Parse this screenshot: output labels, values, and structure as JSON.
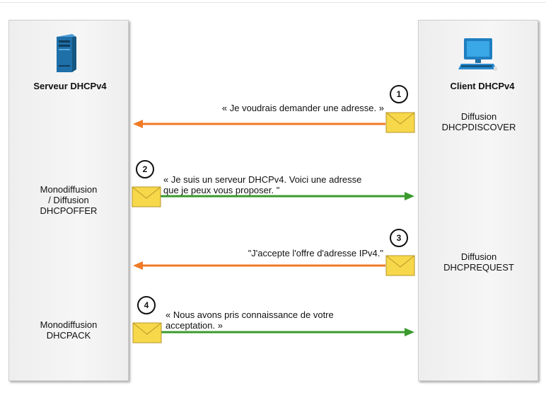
{
  "server": {
    "title": "Serveur DHCPv4",
    "labels": [
      [
        "Monodiffusion",
        "/ Diffusion",
        "DHCPOFFER"
      ],
      [
        "Monodiffusion",
        "DHCPACK"
      ]
    ]
  },
  "client": {
    "title": "Client DHCPv4",
    "labels": [
      [
        "Diffusion",
        "DHCPDISCOVER"
      ],
      [
        "Diffusion",
        "DHCPREQUEST"
      ]
    ]
  },
  "messages": [
    {
      "step": "1",
      "lines": [
        "« Je voudrais demander une adresse. »"
      ],
      "direction": "client-to-server",
      "color": "#f07a26"
    },
    {
      "step": "2",
      "lines": [
        "« Je suis un serveur DHCPv4. Voici une adresse",
        "que je peux vous proposer. \""
      ],
      "direction": "server-to-client",
      "color": "#3a9a2e"
    },
    {
      "step": "3",
      "lines": [
        "\"J'accepte l'offre d'adresse IPv4.\""
      ],
      "direction": "client-to-server",
      "color": "#f07a26"
    },
    {
      "step": "4",
      "lines": [
        "« Nous avons pris connaissance de votre",
        "acceptation. »"
      ],
      "direction": "server-to-client",
      "color": "#3a9a2e"
    }
  ],
  "icons": {
    "server": "server-tower-icon",
    "client": "desktop-computer-icon",
    "message": "envelope-icon"
  },
  "colors": {
    "server_icon": "#1f6fa8",
    "client_icon": "#1f7fc0",
    "envelope_fill": "#f6d84a",
    "envelope_stroke": "#b8962a"
  }
}
